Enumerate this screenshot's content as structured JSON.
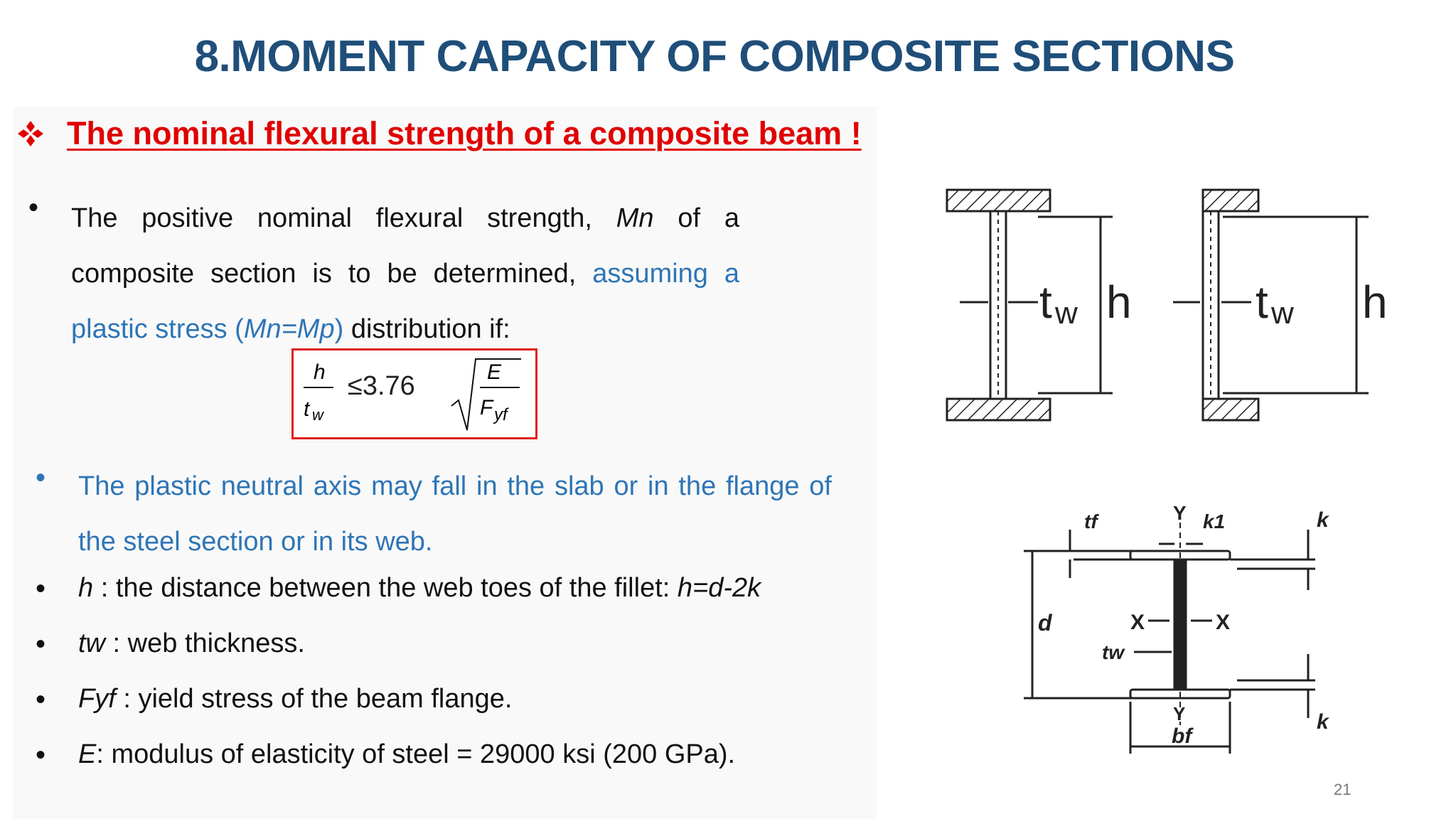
{
  "slide": {
    "title": "8.MOMENT CAPACITY OF COMPOSITE SECTIONS",
    "subheading": "The nominal flexural strength of a composite beam !",
    "paragraph1": {
      "a": "The positive nominal flexural strength, ",
      "b": "Mn",
      "c": " of a composite section is to be determined, ",
      "d": "assuming a plastic stress (",
      "e": "Mn=Mp",
      "f": ")",
      "g": " distribution if:"
    },
    "formula": {
      "num": "h",
      "den": "t",
      "den_sub": "w",
      "leq": "≤3.76",
      "rad_num": "E",
      "rad_den": "F",
      "rad_den_sub": "yf"
    },
    "paragraph2": "The plastic neutral axis may fall in the slab or in the flange of the steel section or in its web.",
    "bullets": [
      {
        "sym": "h",
        "text": " : the distance between the web toes of the fillet: ",
        "tail": "h=d-2k"
      },
      {
        "sym": "tw",
        "text": " : web thickness."
      },
      {
        "sym": "Fyf",
        "text": " : yield stress of the beam flange."
      },
      {
        "sym": "E",
        "text": ": modulus of elasticity of steel = 29000 ksi (200 GPa)."
      }
    ],
    "page_number": "21"
  },
  "diagram_top": {
    "tw_label": "t",
    "tw_sub": "w",
    "h_label": "h"
  },
  "diagram_bottom": {
    "tf": "tf",
    "k1": "k1",
    "k_top": "k",
    "k_bottom": "k",
    "d": "d",
    "tw": "tw",
    "x_left": "X",
    "x_right": "X",
    "y_top": "Y",
    "y_bottom": "Y",
    "bf": "bf"
  },
  "colors": {
    "title": "#1f4e79",
    "accent_red": "#e00000",
    "blue_text": "#2e75b6"
  }
}
